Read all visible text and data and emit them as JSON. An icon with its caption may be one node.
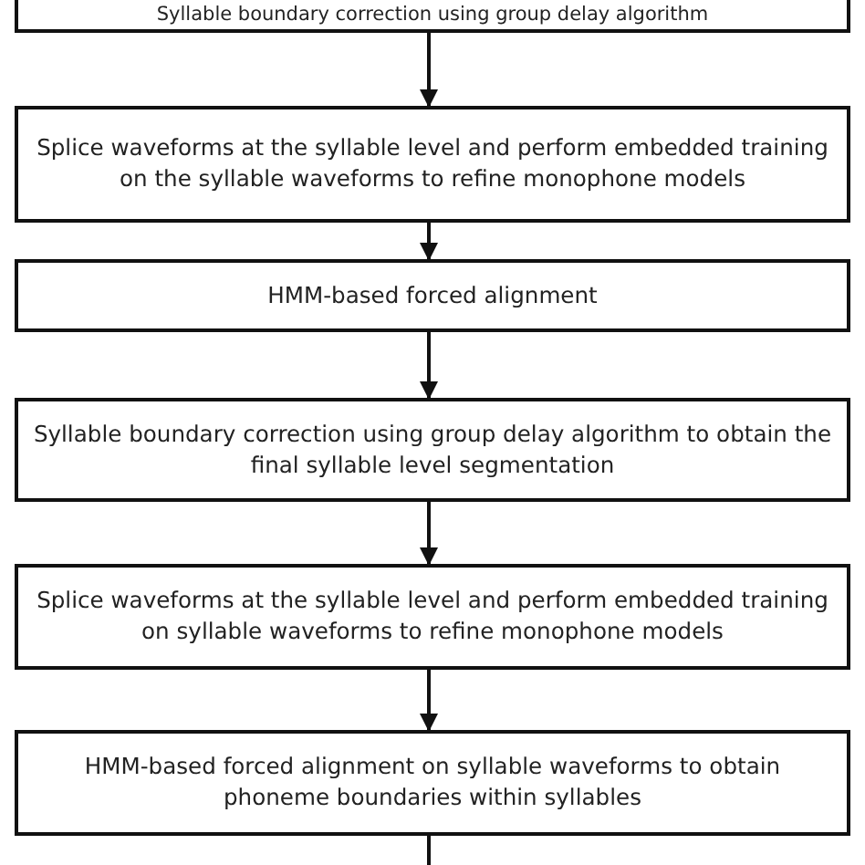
{
  "diagram": {
    "nodes": [
      {
        "text": [
          "Syllable boundary correction using group delay algorithm"
        ]
      },
      {
        "text": [
          "Splice waveforms at the syllable level and perform embedded training on the syllable waveforms to refine monophone models"
        ]
      },
      {
        "text": [
          "HMM-based forced alignment"
        ]
      },
      {
        "text": [
          "Syllable boundary correction using group delay algorithm to obtain the final syllable level segmentation"
        ]
      },
      {
        "text": [
          "Splice waveforms at the syllable level and perform embedded training on syllable waveforms to refine monophone models"
        ]
      },
      {
        "text": [
          "HMM-based forced alignment on syllable waveforms to obtain phoneme boundaries within syllables"
        ]
      }
    ],
    "edges": [
      {
        "from": 0,
        "to": 1,
        "arrow": "to"
      },
      {
        "from": 1,
        "to": 2,
        "arrow": "to"
      },
      {
        "from": 2,
        "to": 3,
        "arrow": "to"
      },
      {
        "from": 3,
        "to": 4,
        "arrow": "to"
      },
      {
        "from": 4,
        "to": 5,
        "arrow": "to"
      },
      {
        "from": 5,
        "to": null,
        "arrow": "none"
      }
    ]
  }
}
